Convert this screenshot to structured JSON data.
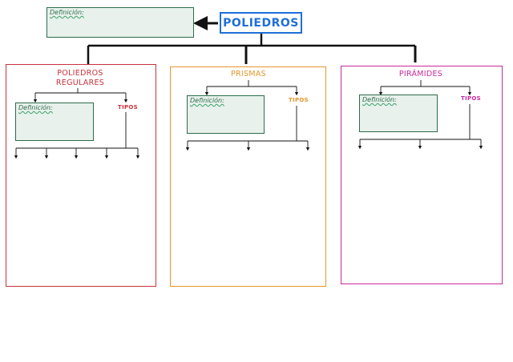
{
  "main": {
    "title": "POLIEDROS",
    "definition_label": "Definición:"
  },
  "sections": [
    {
      "title_line1": "POLIEDROS",
      "title_line2": "REGULARES",
      "definition_label": "Definición:",
      "types_label": "TIPOS",
      "color": "#c8323c"
    },
    {
      "title_line1": "PRISMAS",
      "definition_label": "Definición:",
      "types_label": "TIPOS",
      "color": "#e8962a"
    },
    {
      "title_line1": "PIRÁMIDES",
      "definition_label": "Definición:",
      "types_label": "TIPOS",
      "color": "#c8299e"
    }
  ],
  "colors": {
    "main_accent": "#1e6fd8",
    "definition_border": "#2e6b4b",
    "definition_fill": "#e8f1ec",
    "connector": "#111111"
  }
}
